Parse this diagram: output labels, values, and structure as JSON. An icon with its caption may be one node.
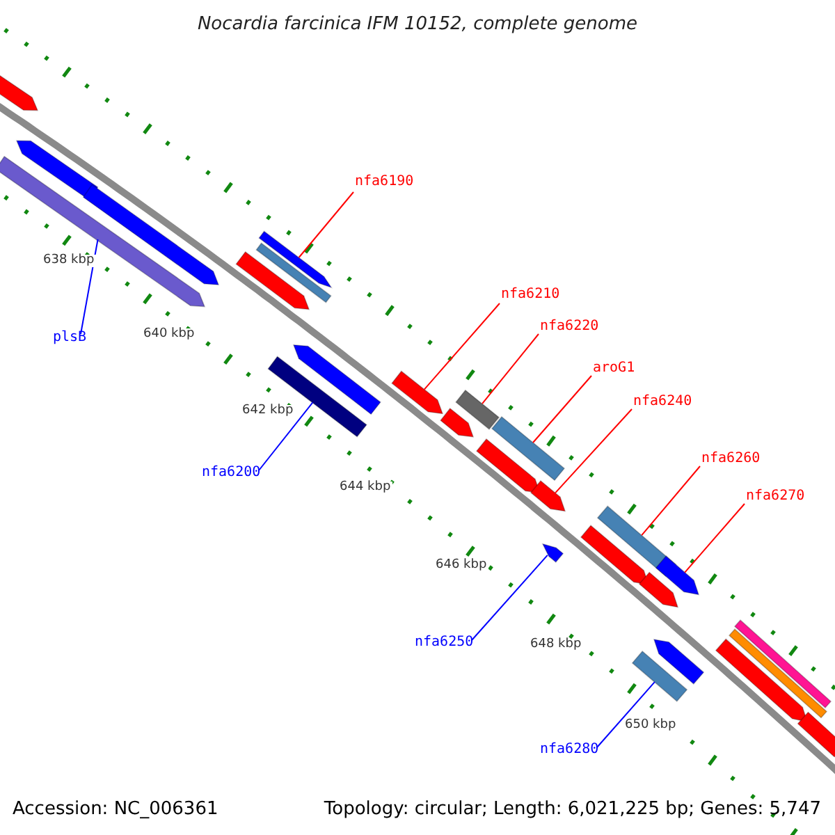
{
  "diagram": {
    "title": "Nocardia farcinica IFM 10152, complete genome",
    "nodes": [
      {
        "text": [
          "nfa6190"
        ]
      },
      {
        "text": [],
        "shape": "bar"
      },
      {
        "text": [
          "nfa6210"
        ]
      },
      {
        "text": [],
        "shape": "bar"
      },
      {
        "text": [
          "nfa6220"
        ]
      },
      {
        "text": [],
        "shape": "bar"
      },
      {
        "text": [
          "aroG1"
        ]
      },
      {
        "text": [],
        "shape": "bar"
      },
      {
        "text": [
          "plsB"
        ]
      },
      {
        "text": [],
        "shape": "bar"
      },
      {
        "text": [
          "nfa6240"
        ]
      },
      {
        "text": [],
        "shape": "bar"
      },
      {
        "text": [
          "nfa6260"
        ]
      },
      {
        "text": [],
        "shape": "bar"
      },
      {
        "text": [
          "nfa6200"
        ]
      },
      {
        "text": [],
        "shape": "bar"
      },
      {
        "text": [
          "nfa6270"
        ]
      },
      {
        "text": [],
        "shape": "bar"
      },
      {
        "text": [
          "nfa6250"
        ]
      },
      {
        "text": [],
        "shape": "bar"
      },
      {
        "text": [
          "nfa6280"
        ]
      },
      {
        "text": [],
        "shape": "bar"
      },
      {
        "text": [],
        "shape": "bar"
      },
      {
        "text": [],
        "shape": "bar"
      },
      {
        "text": [],
        "shape": "bar"
      },
      {
        "text": [],
        "shape": "bar"
      },
      {
        "text": [],
        "shape": "bar"
      },
      {
        "text": [],
        "shape": "bar"
      },
      {
        "text": [],
        "shape": "bar"
      },
      {
        "text": [],
        "shape": "bar"
      },
      {
        "text": [],
        "shape": "bar"
      },
      {
        "text": [],
        "shape": "bar"
      },
      {
        "text": [],
        "shape": "bar"
      },
      {
        "text": [],
        "shape": "bar"
      },
      {
        "text": [],
        "shape": "bar"
      },
      {
        "text": [],
        "shape": "bar"
      },
      {
        "text": [],
        "shape": "bar"
      }
    ],
    "edges": [
      {
        "from": 0,
        "to": 1,
        "arrow": "none"
      },
      {
        "from": 2,
        "to": 3,
        "arrow": "none"
      },
      {
        "from": 4,
        "to": 5,
        "arrow": "none"
      },
      {
        "from": 6,
        "to": 7,
        "arrow": "none"
      },
      {
        "from": 8,
        "to": 9,
        "arrow": "none",
        "color": "#0000ff"
      },
      {
        "from": 10,
        "to": 11,
        "arrow": "none"
      },
      {
        "from": 12,
        "to": 13,
        "arrow": "none"
      },
      {
        "from": 14,
        "to": 15,
        "arrow": "none",
        "color": "#0000ff"
      },
      {
        "from": 16,
        "to": 17,
        "arrow": "none"
      },
      {
        "from": 18,
        "to": 19,
        "arrow": "none",
        "color": "#0000ff"
      },
      {
        "from": 20,
        "to": 21,
        "arrow": "none",
        "color": "#0000ff"
      }
    ],
    "labels": [
      "638 kbp",
      "640 kbp",
      "642 kbp",
      "644 kbp",
      "646 kbp",
      "648 kbp",
      "650 kbp",
      "Accession: NC_006361",
      "Topology: circular; Length: 6,021,225 bp; Genes: 5,747"
    ]
  }
}
